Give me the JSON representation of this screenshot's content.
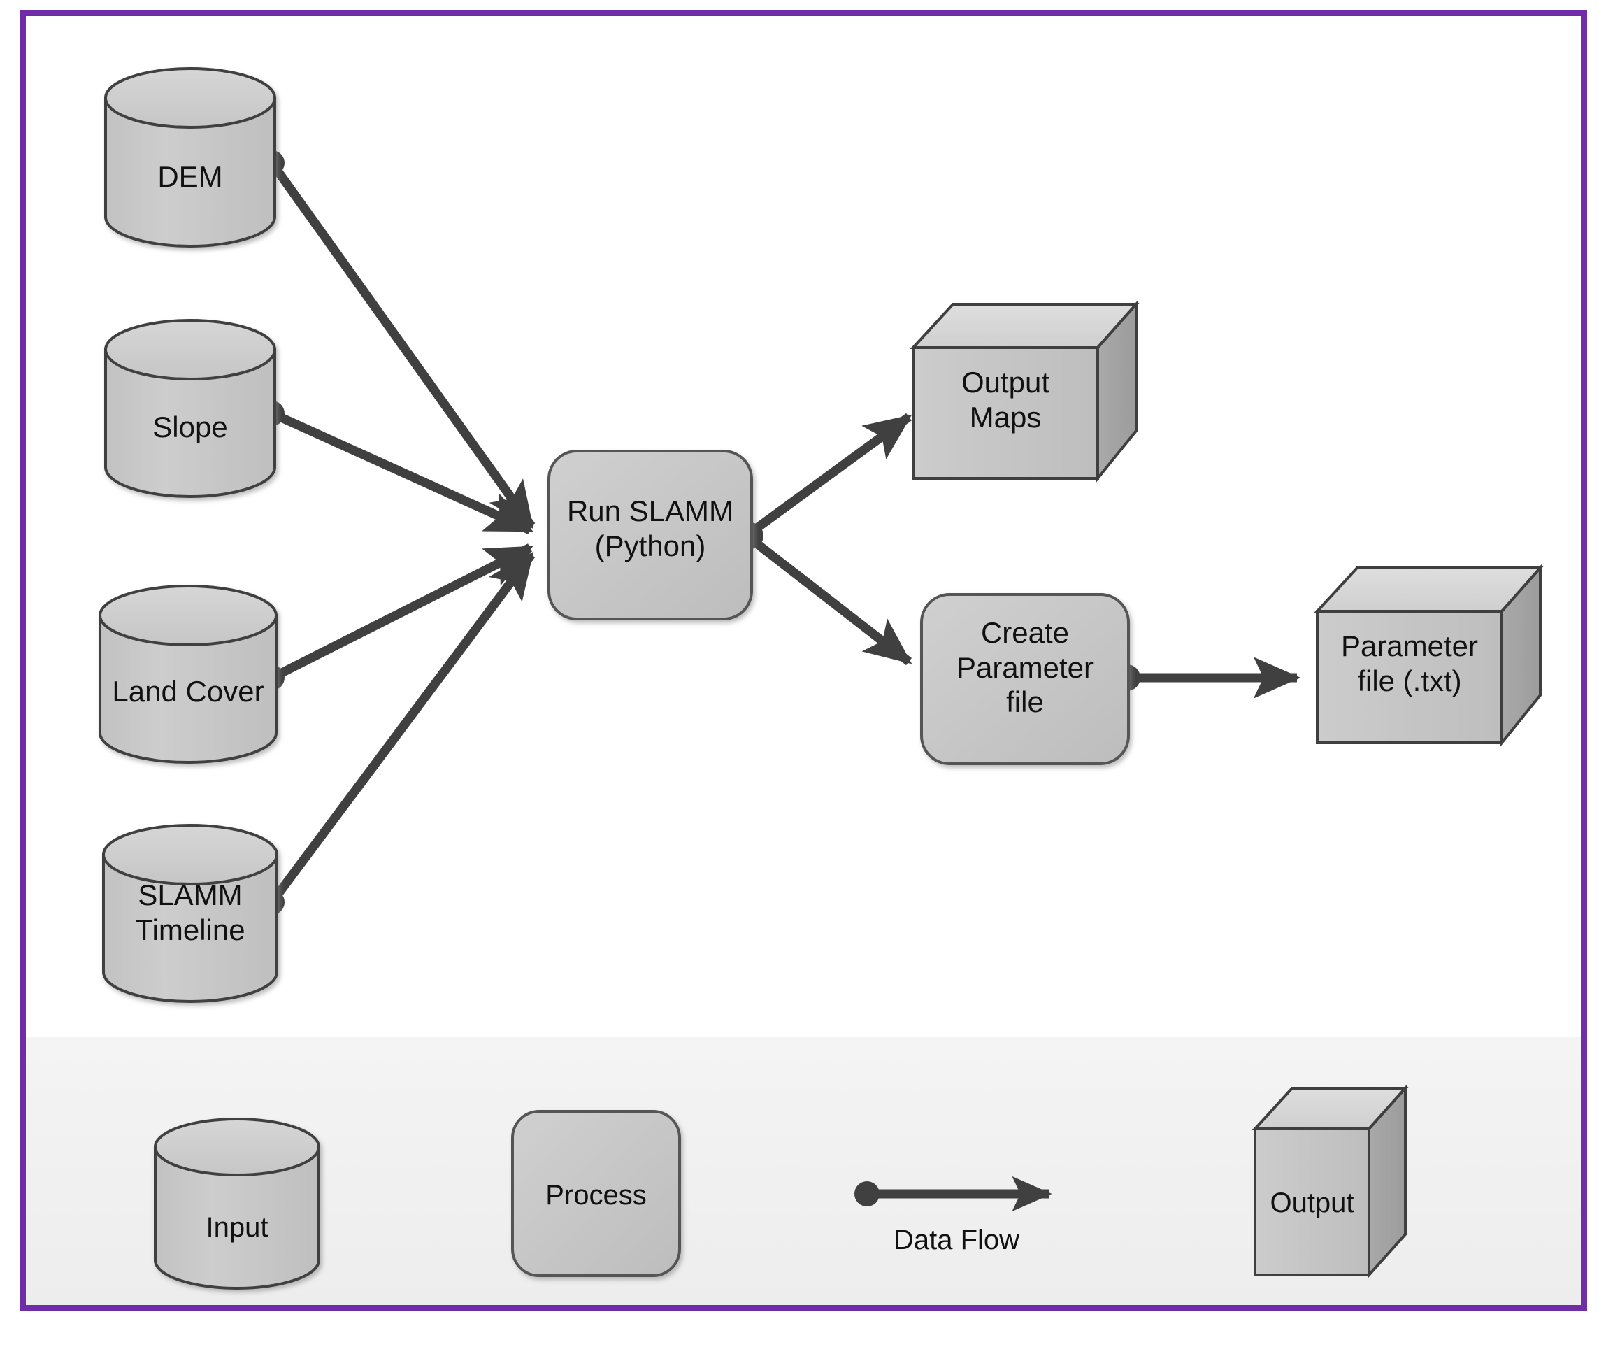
{
  "figure": {
    "kind": "workflow-diagram",
    "border_color": "#6f2da8",
    "background_color": "#ffffff",
    "legend_band_color": "#f1f1f1",
    "shape_fill": "#c8c8c8",
    "shape_fill_light": "#d8d8d8",
    "shape_fill_dark": "#a6a6a6",
    "shape_stroke": "#3f3f3f",
    "connector_color": "#404040"
  },
  "inputs": [
    {
      "id": "dem",
      "label": "DEM"
    },
    {
      "id": "slope",
      "label": "Slope"
    },
    {
      "id": "land-cover",
      "label": "Land Cover"
    },
    {
      "id": "slamm-timeline",
      "label": "SLAMM\nTimeline"
    }
  ],
  "processes": [
    {
      "id": "run-slamm",
      "label": "Run SLAMM\n(Python)"
    },
    {
      "id": "create-parameter-file",
      "label": "Create\nParameter\nfile"
    }
  ],
  "outputs": [
    {
      "id": "output-maps",
      "label": "Output\nMaps"
    },
    {
      "id": "parameter-file-txt",
      "label": "Parameter\nfile (.txt)"
    }
  ],
  "flows": [
    {
      "from": "dem",
      "to": "run-slamm"
    },
    {
      "from": "slope",
      "to": "run-slamm"
    },
    {
      "from": "land-cover",
      "to": "run-slamm"
    },
    {
      "from": "slamm-timeline",
      "to": "run-slamm"
    },
    {
      "from": "run-slamm",
      "to": "output-maps"
    },
    {
      "from": "run-slamm",
      "to": "create-parameter-file"
    },
    {
      "from": "create-parameter-file",
      "to": "parameter-file-txt"
    }
  ],
  "legend": {
    "items": [
      {
        "id": "legend-input",
        "label": "Input",
        "shape": "cylinder"
      },
      {
        "id": "legend-process",
        "label": "Process",
        "shape": "rounded-rect"
      },
      {
        "id": "legend-data-flow",
        "label": "Data Flow",
        "shape": "arrow"
      },
      {
        "id": "legend-output",
        "label": "Output",
        "shape": "cube"
      }
    ]
  }
}
